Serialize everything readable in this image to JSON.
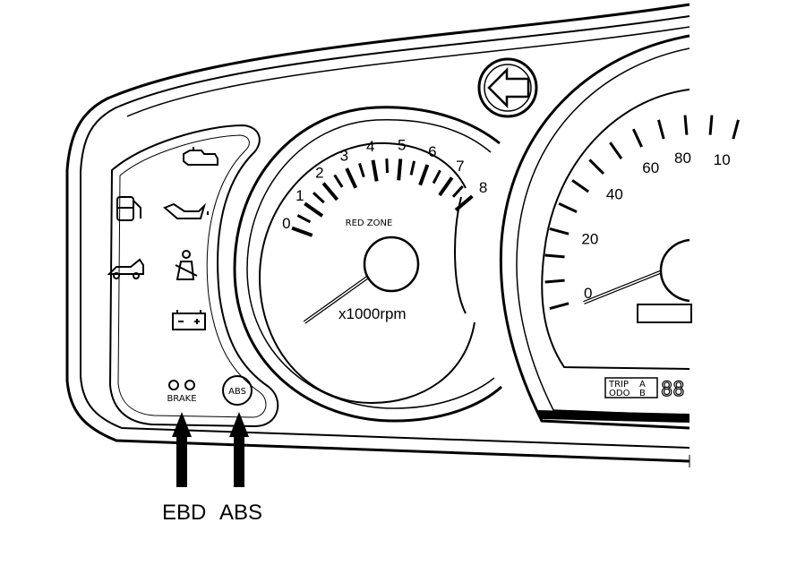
{
  "figure": {
    "tachometer": {
      "ticks": [
        "0",
        "1",
        "2",
        "3",
        "4",
        "5",
        "6",
        "7",
        "8"
      ],
      "zone_label": "RED ZONE",
      "unit_label": "x1000rpm"
    },
    "speedometer": {
      "ticks": [
        "0",
        "20",
        "40",
        "60",
        "80",
        "10"
      ]
    },
    "warning_lamps": {
      "brake_label": "BRAKE",
      "abs_label": "ABS"
    },
    "odometer": {
      "trip_label": "TRIP",
      "odo_label": "ODO",
      "a_label": "A",
      "b_label": "B",
      "digits": "88"
    },
    "callouts": [
      {
        "label": "EBD"
      },
      {
        "label": "ABS"
      }
    ]
  }
}
